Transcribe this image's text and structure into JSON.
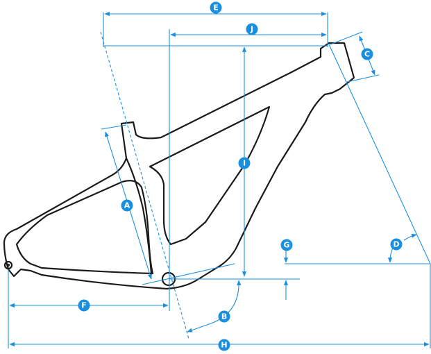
{
  "diagram": {
    "labels": {
      "A": "A",
      "B": "B",
      "C": "C",
      "D": "D",
      "E": "E",
      "F": "F",
      "G": "G",
      "H": "H",
      "I": "I",
      "J": "J"
    },
    "colors": {
      "dimension": "#1a8fe0",
      "frame": "#1a1a1a",
      "background": "#ffffff"
    }
  }
}
